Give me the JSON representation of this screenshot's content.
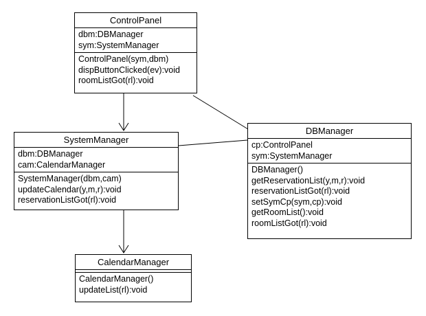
{
  "classes": {
    "control_panel": {
      "name": "ControlPanel",
      "attributes": [
        "dbm:DBManager",
        "sym:SystemManager"
      ],
      "operations": [
        "ControlPanel(sym,dbm)",
        "dispButtonClicked(ev):void",
        "roomListGot(rl):void"
      ]
    },
    "system_manager": {
      "name": "SystemManager",
      "attributes": [
        "dbm:DBManager",
        "cam:CalendarManager"
      ],
      "operations": [
        "SystemManager(dbm,cam)",
        "updateCalendar(y,m,r):void",
        "reservationListGot(rl):void"
      ]
    },
    "db_manager": {
      "name": "DBManager",
      "attributes": [
        "cp:ControlPanel",
        "sym:SystemManager"
      ],
      "operations": [
        "DBManager()",
        "getReservationList(y,m,r):void",
        "reservationListGot(rl):void",
        "setSymCp(sym,cp):void",
        "getRoomList():void",
        "roomListGot(rl):void"
      ]
    },
    "calendar_manager": {
      "name": "CalendarManager",
      "attributes": [],
      "operations": [
        "CalendarManager()",
        "updateList(rl):void"
      ]
    }
  },
  "relations": [
    {
      "from": "control_panel",
      "to": "system_manager",
      "kind": "directed-association"
    },
    {
      "from": "control_panel",
      "to": "db_manager",
      "kind": "association"
    },
    {
      "from": "system_manager",
      "to": "db_manager",
      "kind": "association"
    },
    {
      "from": "system_manager",
      "to": "calendar_manager",
      "kind": "directed-association"
    }
  ],
  "colors": {
    "line": "#000000",
    "background": "#ffffff"
  }
}
